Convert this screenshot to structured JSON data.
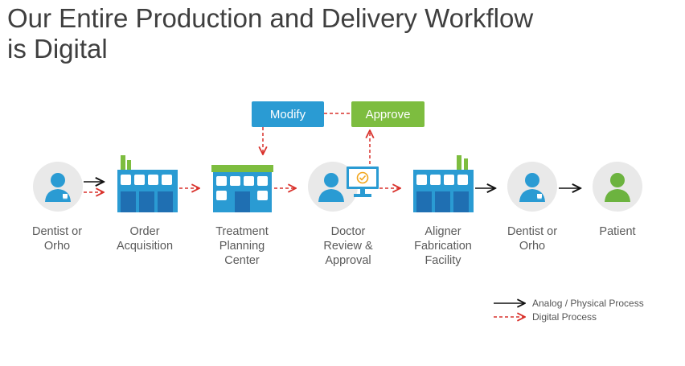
{
  "title": {
    "line1": "Our Entire Production and Delivery Workflow",
    "line2": "is Digital"
  },
  "nodes": [
    {
      "id": "dentist-1",
      "line1": "Dentist or",
      "line2": "Orho",
      "line3": ""
    },
    {
      "id": "order",
      "line1": "Order",
      "line2": "Acquisition",
      "line3": ""
    },
    {
      "id": "planning",
      "line1": "Treatment",
      "line2": "Planning",
      "line3": "Center"
    },
    {
      "id": "doctor",
      "line1": "Doctor",
      "line2": "Review &",
      "line3": "Approval"
    },
    {
      "id": "fabrication",
      "line1": "Aligner",
      "line2": "Fabrication",
      "line3": "Facility"
    },
    {
      "id": "dentist-2",
      "line1": "Dentist or",
      "line2": "Orho",
      "line3": ""
    },
    {
      "id": "patient",
      "line1": "Patient",
      "line2": "",
      "line3": ""
    }
  ],
  "loop": {
    "modify": "Modify",
    "approve": "Approve"
  },
  "legend": {
    "analog": "Analog / Physical Process",
    "digital": "Digital Process"
  },
  "colors": {
    "blue": "#2a9bd3",
    "dark_blue": "#1f6fb2",
    "green": "#7dbd3f",
    "patient_green": "#6cb33f",
    "circle": "#e9e9e9",
    "digital_arrow": "#d9312b",
    "analog_arrow": "#111111"
  }
}
